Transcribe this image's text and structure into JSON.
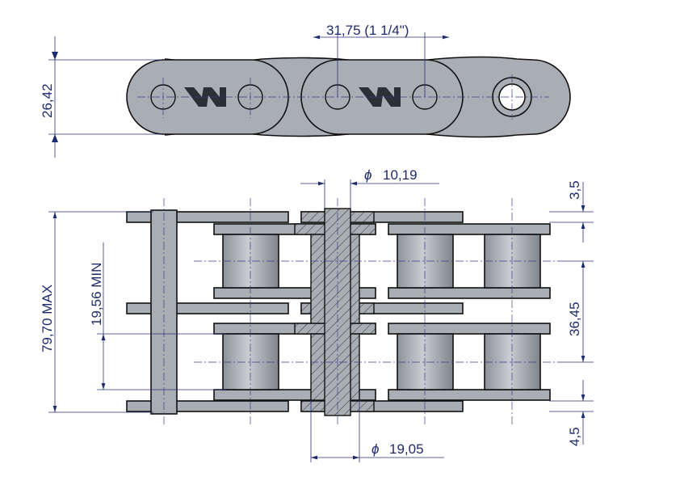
{
  "title": "Duplex roller chain technical drawing",
  "dimensions": {
    "pitch": "31,75 (1 1/4\")",
    "plate_height": "26,42",
    "pin_diameter": "10,19",
    "pin_diameter_symbol": "ϕ",
    "plate_thickness_top": "3,5",
    "overall_width": "79,70 MAX",
    "inner_width": "19,56 MIN",
    "transverse_pitch": "36,45",
    "plate_thickness_bottom": "4,5",
    "roller_diameter": "19,05",
    "roller_diameter_symbol": "ϕ"
  },
  "logo_text": "W",
  "colors": {
    "dimension": "#1e2a6e",
    "part": "#a9aeb4",
    "outline": "#111111"
  }
}
